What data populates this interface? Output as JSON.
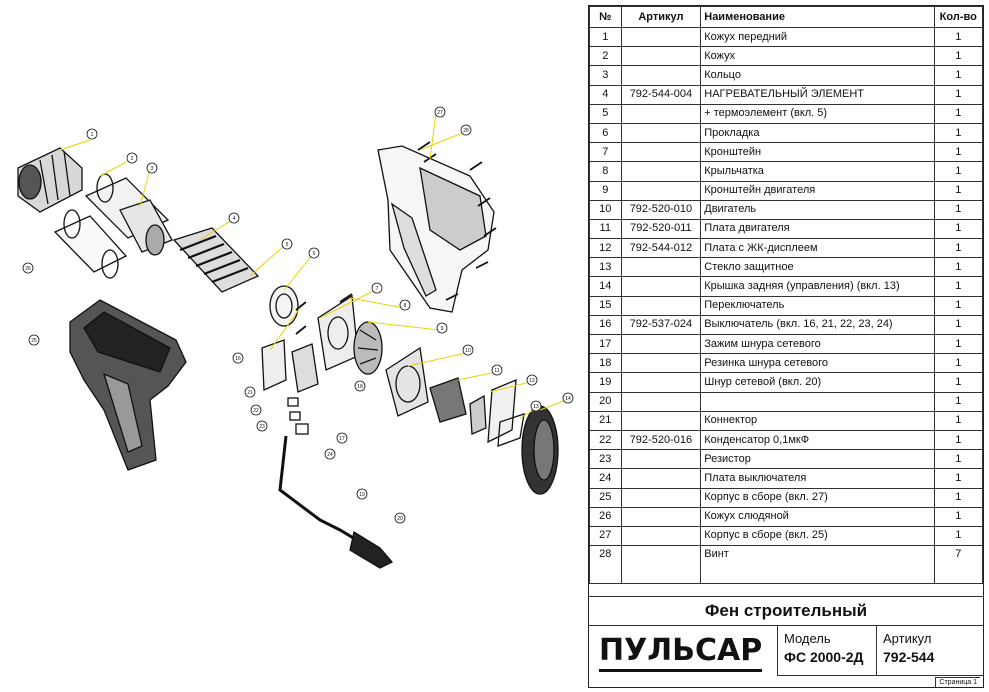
{
  "table": {
    "headers": {
      "no": "№",
      "article": "Артикул",
      "name": "Наименование",
      "qty": "Кол-во"
    },
    "rows": [
      {
        "no": "1",
        "article": "",
        "name": "Кожух передний",
        "qty": "1"
      },
      {
        "no": "2",
        "article": "",
        "name": "Кожух",
        "qty": "1"
      },
      {
        "no": "3",
        "article": "",
        "name": "Кольцо",
        "qty": "1"
      },
      {
        "no": "4",
        "article": "792-544-004",
        "name": "НАГРЕВАТЕЛЬНЫЙ ЭЛЕМЕНТ",
        "qty": "1"
      },
      {
        "no": "5",
        "article": "",
        "name": "+ термоэлемент (вкл. 5)",
        "qty": "1"
      },
      {
        "no": "6",
        "article": "",
        "name": "Прокладка",
        "qty": "1"
      },
      {
        "no": "7",
        "article": "",
        "name": "Кронштейн",
        "qty": "1"
      },
      {
        "no": "8",
        "article": "",
        "name": "Крыльчатка",
        "qty": "1"
      },
      {
        "no": "9",
        "article": "",
        "name": "Кронштейн двигателя",
        "qty": "1"
      },
      {
        "no": "10",
        "article": "792-520-010",
        "name": "Двигатель",
        "qty": "1"
      },
      {
        "no": "11",
        "article": "792-520-011",
        "name": "Плата двигателя",
        "qty": "1"
      },
      {
        "no": "12",
        "article": "792-544-012",
        "name": "Плата с ЖК-дисплеем",
        "qty": "1"
      },
      {
        "no": "13",
        "article": "",
        "name": "Стекло защитное",
        "qty": "1"
      },
      {
        "no": "14",
        "article": "",
        "name": "Крышка задняя  (управления) (вкл. 13)",
        "qty": "1"
      },
      {
        "no": "15",
        "article": "",
        "name": "Переключатель",
        "qty": "1"
      },
      {
        "no": "16",
        "article": "792-537-024",
        "name": "Выключатель (вкл. 16, 21, 22, 23, 24)",
        "qty": "1"
      },
      {
        "no": "17",
        "article": "",
        "name": "Зажим шнура сетевого",
        "qty": "1"
      },
      {
        "no": "18",
        "article": "",
        "name": "Резинка шнура сетевого",
        "qty": "1"
      },
      {
        "no": "19",
        "article": "",
        "name": "Шнур сетевой (вкл. 20)",
        "qty": "1"
      },
      {
        "no": "20",
        "article": "",
        "name": "",
        "qty": "1"
      },
      {
        "no": "21",
        "article": "",
        "name": "Коннектор",
        "qty": "1"
      },
      {
        "no": "22",
        "article": "792-520-016",
        "name": "Конденсатор 0,1мкФ",
        "qty": "1"
      },
      {
        "no": "23",
        "article": "",
        "name": "Резистор",
        "qty": "1"
      },
      {
        "no": "24",
        "article": "",
        "name": "Плата выключателя",
        "qty": "1"
      },
      {
        "no": "25",
        "article": "",
        "name": "Корпус в сборе (вкл. 27)",
        "qty": "1"
      },
      {
        "no": "26",
        "article": "",
        "name": "Кожух слюдяной",
        "qty": "1"
      },
      {
        "no": "27",
        "article": "",
        "name": "Корпус в сборе (вкл. 25)",
        "qty": "1"
      },
      {
        "no": "28",
        "article": "",
        "name": "Винт",
        "qty": "7"
      }
    ]
  },
  "title": "Фен строительный",
  "logo": "ПУЛЬСАР",
  "model": {
    "label": "Модель",
    "value": "ФС 2000-2Д"
  },
  "article": {
    "label": "Артикул",
    "value": "792-544"
  },
  "page": "Страница 1",
  "callouts": [
    "1",
    "2",
    "3",
    "4",
    "5",
    "6",
    "7",
    "8",
    "9",
    "10",
    "11",
    "12",
    "13",
    "14",
    "15",
    "16",
    "17",
    "18",
    "19",
    "20",
    "21",
    "22",
    "23",
    "24",
    "25",
    "26",
    "27",
    "28"
  ],
  "colors": {
    "leader": "#e8d400",
    "line": "#111111"
  }
}
